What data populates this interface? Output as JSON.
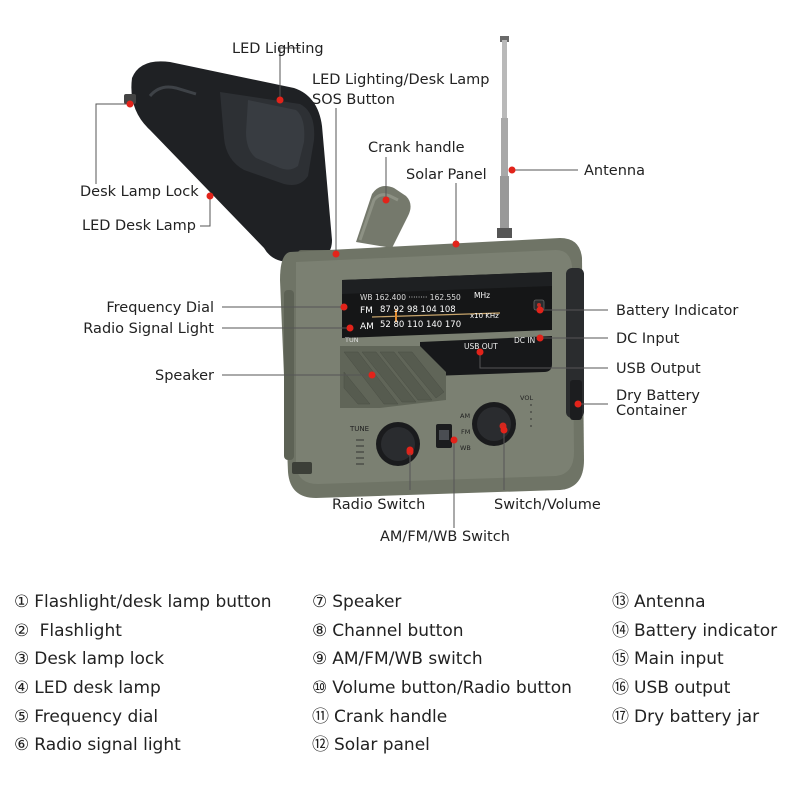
{
  "callouts": {
    "led_lighting": "LED Lighting",
    "led_lighting_desk_lamp": "LED Lighting/Desk Lamp",
    "sos_button": "SOS Button",
    "crank_handle": "Crank handle",
    "solar_panel": "Solar Panel",
    "antenna": "Antenna",
    "desk_lamp_lock": "Desk Lamp Lock",
    "led_desk_lamp": "LED Desk Lamp",
    "frequency_dial": "Frequency Dial",
    "radio_signal_light": "Radio Signal Light",
    "speaker": "Speaker",
    "battery_indicator": "Battery Indicator",
    "dc_input": "DC Input",
    "usb_output": "USB Output",
    "dry_battery_container_1": "Dry Battery",
    "dry_battery_container_2": "Container",
    "radio_switch": "Radio Switch",
    "switch_volume": "Switch/Volume",
    "am_fm_wb_switch": "AM/FM/WB Switch"
  },
  "device_print": {
    "wb_scale": "WB 162.400 ········ 162.550",
    "fm_label": "FM",
    "fm_scale": "87   92   98   104  108",
    "fm_unit": "MHz",
    "am_label": "AM",
    "am_scale": "52   80  110  140  170",
    "am_unit": "x10 KHz",
    "tun": "TUN",
    "usb_out": "USB OUT",
    "dc_in": "DC IN",
    "tune": "TUNE",
    "vol": "VOL",
    "sw_am": "AM",
    "sw_fm": "FM",
    "sw_wb": "WB"
  },
  "legend": {
    "columns": [
      [
        {
          "num": "①",
          "text": "Flashlight/desk lamp button"
        },
        {
          "num": "②",
          "text": " Flashlight"
        },
        {
          "num": "③",
          "text": "Desk lamp lock"
        },
        {
          "num": "④",
          "text": "LED desk lamp"
        },
        {
          "num": "⑤",
          "text": "Frequency dial"
        },
        {
          "num": "⑥",
          "text": "Radio signal light"
        }
      ],
      [
        {
          "num": "⑦",
          "text": "Speaker"
        },
        {
          "num": "⑧",
          "text": "Channel button"
        },
        {
          "num": "⑨",
          "text": "AM/FM/WB switch"
        },
        {
          "num": "⑩",
          "text": "Volume button/Radio button"
        },
        {
          "num": "⑪",
          "text": "Crank handle"
        },
        {
          "num": "⑫",
          "text": "Solar panel"
        }
      ],
      [
        {
          "num": "⑬",
          "text": "Antenna"
        },
        {
          "num": "⑭",
          "text": "Battery indicator"
        },
        {
          "num": "⑮",
          "text": "Main input"
        },
        {
          "num": "⑯",
          "text": "USB output"
        },
        {
          "num": "⑰",
          "text": "Dry battery jar"
        }
      ]
    ]
  },
  "colors": {
    "callout_dot": "#e2231a",
    "body": "#6f7466",
    "lamp": "#1f2124"
  }
}
